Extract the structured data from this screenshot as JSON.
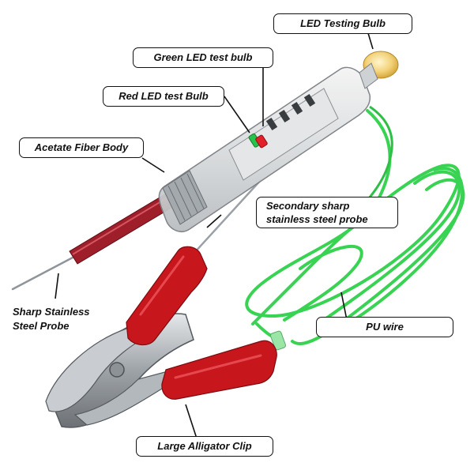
{
  "labels": {
    "led_testing_bulb": "LED Testing Bulb",
    "green_led": "Green LED test bulb",
    "red_led": "Red LED test Bulb",
    "acetate_body": "Acetate Fiber Body",
    "secondary_probe_line1": "Secondary sharp",
    "secondary_probe_line2": "stainless steel probe",
    "sharp_probe_line1": "Sharp Stainless",
    "sharp_probe_line2": "Steel Probe",
    "pu_wire": "PU  wire",
    "alligator_clip": "Large Alligator Clip"
  },
  "colors": {
    "wire_green": "#39d353",
    "grip_red": "#c8161d",
    "probe_red": "#9e1f2a",
    "steel": "#b8bcc0",
    "led_bulb": "#f3d27a",
    "label_border": "#111111"
  }
}
